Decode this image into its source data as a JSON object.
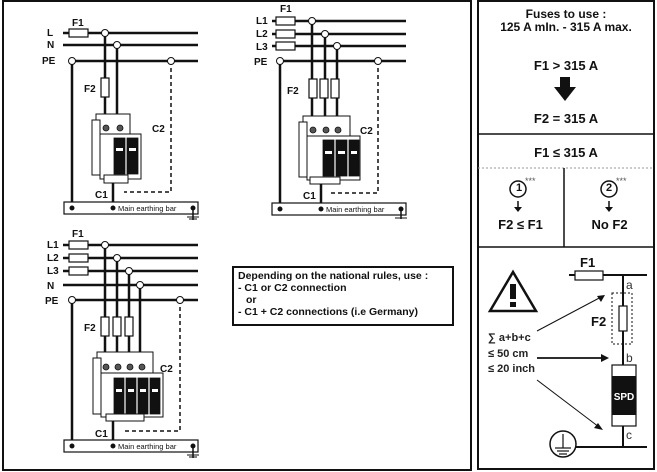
{
  "diagrams": {
    "single_phase": {
      "lines": [
        "L",
        "N",
        "PE"
      ],
      "fuse_f1": "F1",
      "fuse_f2": "F2",
      "conn_c1": "C1",
      "conn_c2": "C2",
      "earth_bar": "Main earthing bar"
    },
    "three_phase": {
      "lines": [
        "L1",
        "L2",
        "L3",
        "PE"
      ],
      "fuse_f1": "F1",
      "fuse_f2": "F2",
      "conn_c1": "C1",
      "conn_c2": "C2",
      "earth_bar": "Main earthing bar"
    },
    "three_phase_neutral": {
      "lines": [
        "L1",
        "L2",
        "L3",
        "N",
        "PE"
      ],
      "fuse_f1": "F1",
      "fuse_f2": "F2",
      "conn_c1": "C1",
      "conn_c2": "C2",
      "earth_bar": "Main earthing bar"
    }
  },
  "note": {
    "title": "Depending on the national rules, use :",
    "line1": "- C1 or C2 connection",
    "line2": "  or",
    "line3": "- C1 + C2 connections (i.e Germany)"
  },
  "fuses": {
    "title": "Fuses to use :",
    "range": "125 A mIn. - 315 A max.",
    "condition_high": "F1 > 315 A",
    "result_high": "F2 = 315 A",
    "condition_low": "F1 ≤ 315 A",
    "option1": {
      "number": "1",
      "stars": "***",
      "rule": "F2 ≤ F1"
    },
    "option2": {
      "number": "2",
      "stars": "***",
      "rule": "No F2"
    }
  },
  "cable_length": {
    "sum": "∑ a+b+c",
    "max_cm": "≤ 50 cm",
    "max_inch": "≤ 20 inch",
    "f1": "F1",
    "f2": "F2",
    "seg_a": "a",
    "seg_b": "b",
    "seg_c": "c",
    "spd": "SPD"
  }
}
